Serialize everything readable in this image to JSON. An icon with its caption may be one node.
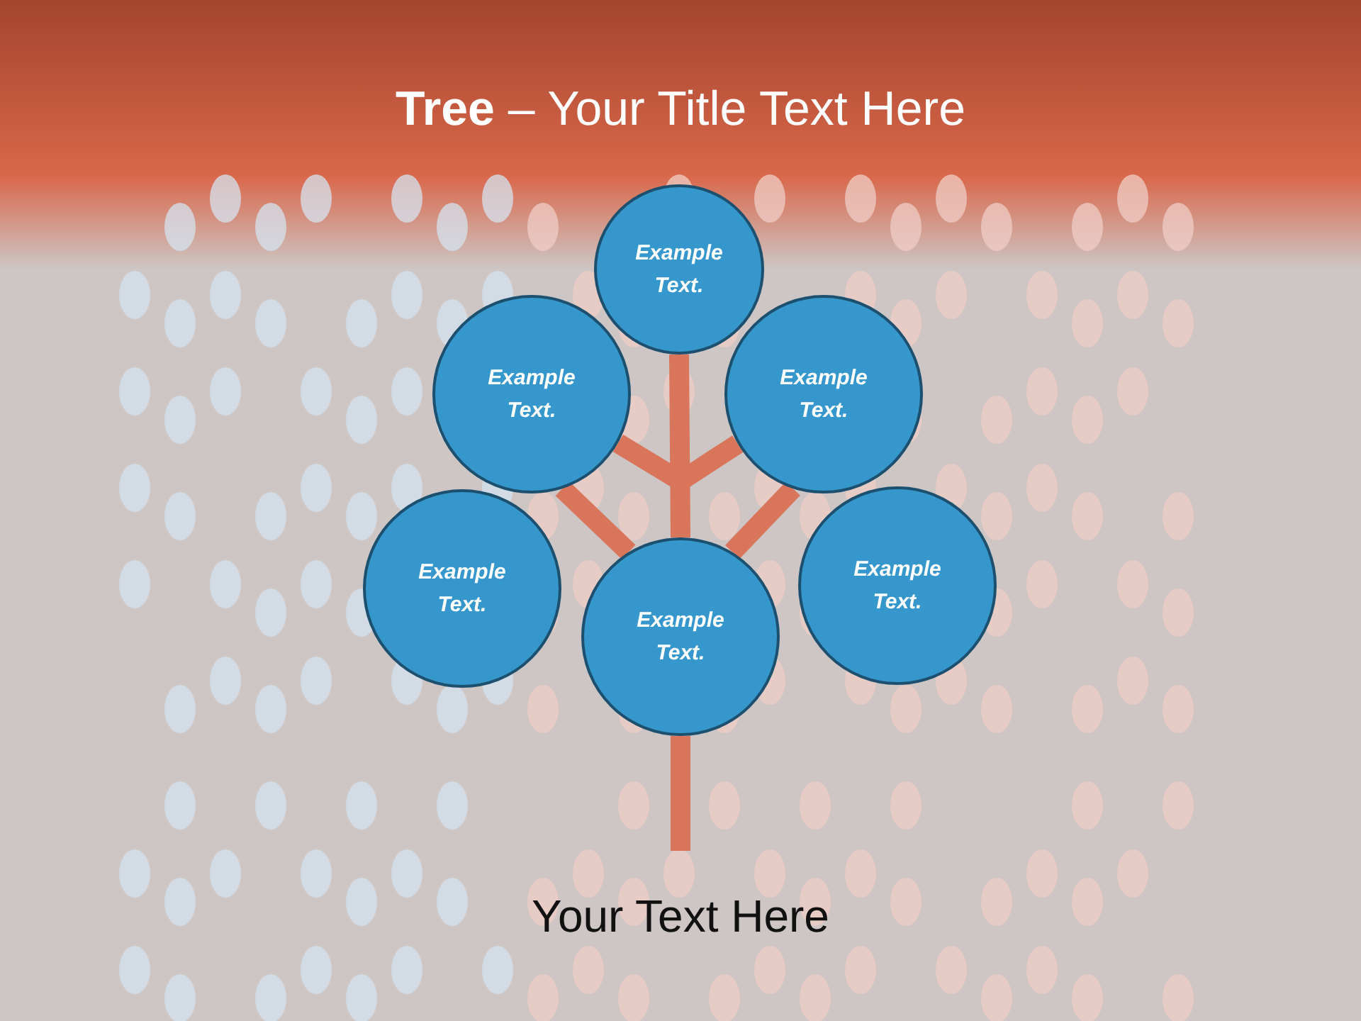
{
  "diagram": {
    "title": "**Tree** – Your Title Text Here",
    "nodes": [
      {
        "text": [
          "Example Text."
        ]
      },
      {
        "text": [
          "Example Text."
        ]
      },
      {
        "text": [
          "Example Text."
        ]
      },
      {
        "text": [
          "Example Text."
        ]
      },
      {
        "text": [
          "Example Text."
        ]
      },
      {
        "text": [
          "Example Text."
        ]
      }
    ],
    "edges": [
      {
        "from": null,
        "to": 4,
        "arrow": "none"
      },
      {
        "from": 4,
        "to": 0,
        "arrow": "none"
      },
      {
        "from": 4,
        "to": 1,
        "arrow": "none"
      },
      {
        "from": 4,
        "to": 2,
        "arrow": "none"
      },
      {
        "from": null,
        "to": 1,
        "arrow": "none"
      },
      {
        "from": null,
        "to": 2,
        "arrow": "none"
      }
    ],
    "labels": [
      "Your Text Here"
    ]
  }
}
